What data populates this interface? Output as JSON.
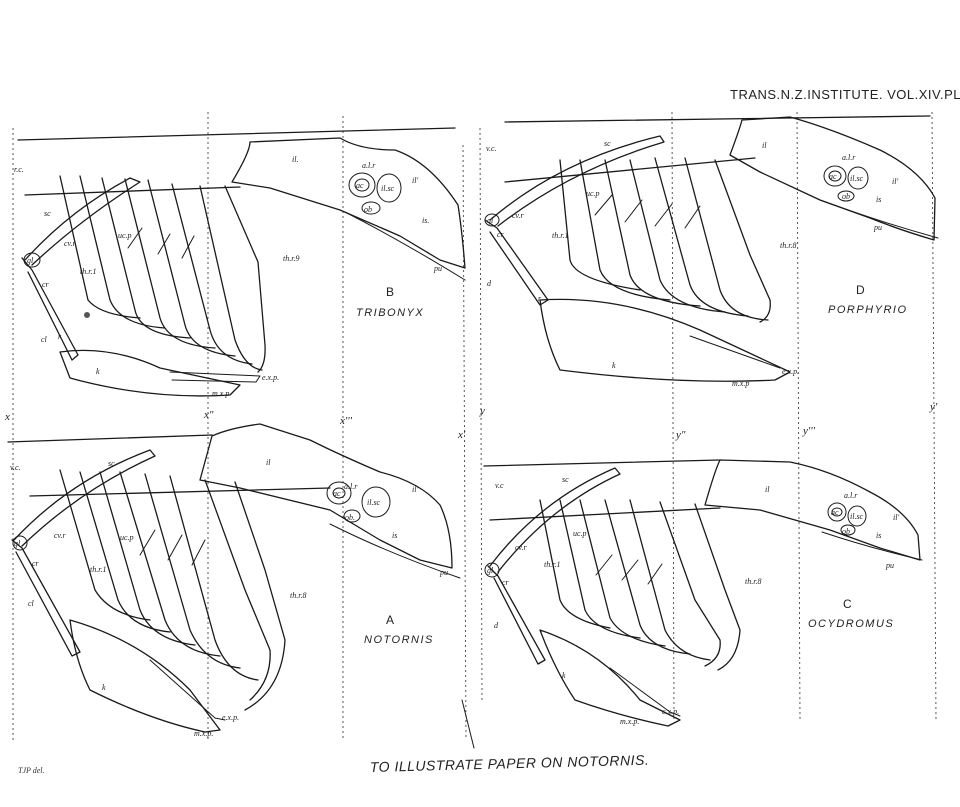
{
  "plate": {
    "header": "TRANS.N.Z.INSTITUTE. VOL.XIV.PL.XX.",
    "caption": "TO ILLUSTRATE PAPER ON NOTORNIS.",
    "credit": "TJP del."
  },
  "guides": {
    "x": "x",
    "x_dprime": "x\"",
    "x_tprime": "x'''",
    "x_prime": "x'",
    "y": "y",
    "y_dprime": "y\"",
    "y_tprime": "y'''",
    "y_prime": "y'"
  },
  "figures": {
    "B": {
      "letter": "B",
      "genus": "TRIBONYX",
      "labels": {
        "rc": "r.c.",
        "il": "il.",
        "alr": "a.l.r",
        "ac": "ac",
        "ilsc": "il.sc",
        "il2": "il'",
        "ob": "ob",
        "is": "is.",
        "pu": "pu",
        "sc": "sc",
        "cvr": "cv.r",
        "ucp": "uc.p",
        "gl": "gl",
        "thr1": "th.r.1",
        "thr9": "th.r.9",
        "cr": "cr",
        "r": "r",
        "cl": "cl",
        "k": "k",
        "exp": "e.x.p.",
        "mxp": "m.x.p"
      }
    },
    "D": {
      "letter": "D",
      "genus": "PORPHYRIO",
      "labels": {
        "vc": "v.c.",
        "il": "il",
        "alr": "a.l.r",
        "ac": "ac",
        "ilsc": "il.sc",
        "il2": "il'",
        "ob": "ob",
        "is": "is",
        "pu": "pu",
        "sc": "sc",
        "cvr": "cv.r",
        "ucp": "uc.p",
        "gl": "gl",
        "thr1": "th.r.1",
        "thr8": "th.r.8",
        "cr": "cr",
        "d": "d",
        "r": "r",
        "k": "k",
        "exp": "e.x.p.",
        "mxp": "m.x.p"
      }
    },
    "A": {
      "letter": "A",
      "genus": "NOTORNIS",
      "labels": {
        "vc": "v.c.",
        "il": "il",
        "alr": "a.l.r",
        "ac": "ac",
        "ilsc": "il.sc",
        "il2": "il'",
        "ob": "ob.",
        "is": "is",
        "pu": "pu",
        "sc": "sc",
        "cvr": "cv.r",
        "ucp": "uc.p",
        "gl": "gl",
        "thr1": "th.r.1",
        "thr8": "th.r.8",
        "cr": "cr",
        "cl": "cl",
        "k": "k",
        "exp": "e.x.p.",
        "mxp": "m.x.p."
      }
    },
    "C": {
      "letter": "C",
      "genus": "OCYDROMUS",
      "labels": {
        "vc": "v.c",
        "il": "il",
        "alr": "a.l.r",
        "ac": "ac",
        "ilsc": "il.sc",
        "il2": "il'",
        "ob": "ob",
        "is": "is",
        "pu": "pu",
        "sc": "sc",
        "cvr": "cv.r",
        "ucp": "uc.p",
        "gl": "gl",
        "thr1": "th.r.1",
        "thr8": "th.r.8",
        "cr": "cr",
        "d": "d",
        "k": "k",
        "exp": "c.x.p.",
        "mxp": "m.x.p."
      }
    }
  }
}
